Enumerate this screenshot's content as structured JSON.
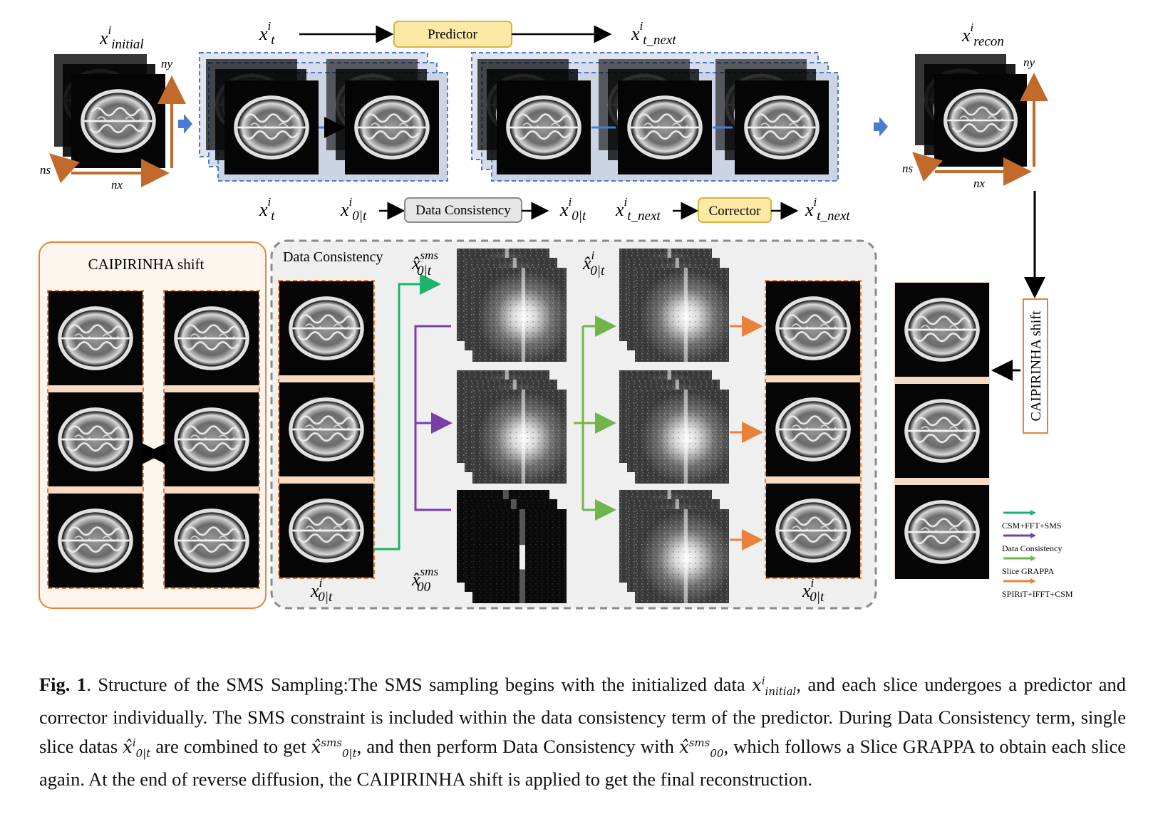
{
  "labels": {
    "x_initial": "x",
    "x_initial_sup": "i",
    "x_initial_sub": "initial",
    "x_t": "x",
    "x_t_sup": "i",
    "x_t_sub": "t",
    "x_t_next": "x",
    "x_t_next_sup": "i",
    "x_t_next_sub": "t_next",
    "x_recon": "x",
    "x_recon_sup": "i",
    "x_recon_sub": "recon",
    "x_0t": "x",
    "x_0t_sup": "i",
    "x_0t_sub": "0|t",
    "xhat_sms_0t": "x̂",
    "xhat_sms_0t_sup": "sms",
    "xhat_sms_0t_sub": "0|t",
    "xhat_0t": "x̂",
    "xhat_0t_sup": "i",
    "xhat_0t_sub": "0|t",
    "xhat_sms_00": "x̂",
    "xhat_sms_00_sup": "sms",
    "xhat_sms_00_sub": "00",
    "axis_ny": "ny",
    "axis_nx": "nx",
    "axis_ns": "ns"
  },
  "boxes": {
    "predictor": "Predictor",
    "data_consistency": "Data Consistency",
    "corrector": "Corrector",
    "caipirinha_left": "CAIPIRINHA shift",
    "data_consistency_panel": "Data Consistency",
    "caipirinha_right": "CAIPIRINHA shift"
  },
  "legend": [
    {
      "label": "CSM+FFT+SMS",
      "color": "#1db36a"
    },
    {
      "label": "Data Consistency",
      "color": "#7a3ea8"
    },
    {
      "label": "Slice GRAPPA",
      "color": "#6fb54a"
    },
    {
      "label": "SPIRiT+IFFT+CSM",
      "color": "#e8823a"
    }
  ],
  "caption": {
    "fig_label": "Fig. 1",
    "text_1": ". Structure of the SMS Sampling:The SMS sampling begins with the initialized data ",
    "text_2": ", and each slice undergoes a predictor and corrector individually. The SMS constraint is included within the data consistency term of the predictor. During Data Consistency term, single slice datas ",
    "text_3": " are combined to get ",
    "text_4": ", and then perform Data Consistency with ",
    "text_5": ", which follows a Slice GRAPPA to obtain each slice again. At the end of reverse diffusion, the CAIPIRINHA shift is applied to get the final reconstruction."
  }
}
